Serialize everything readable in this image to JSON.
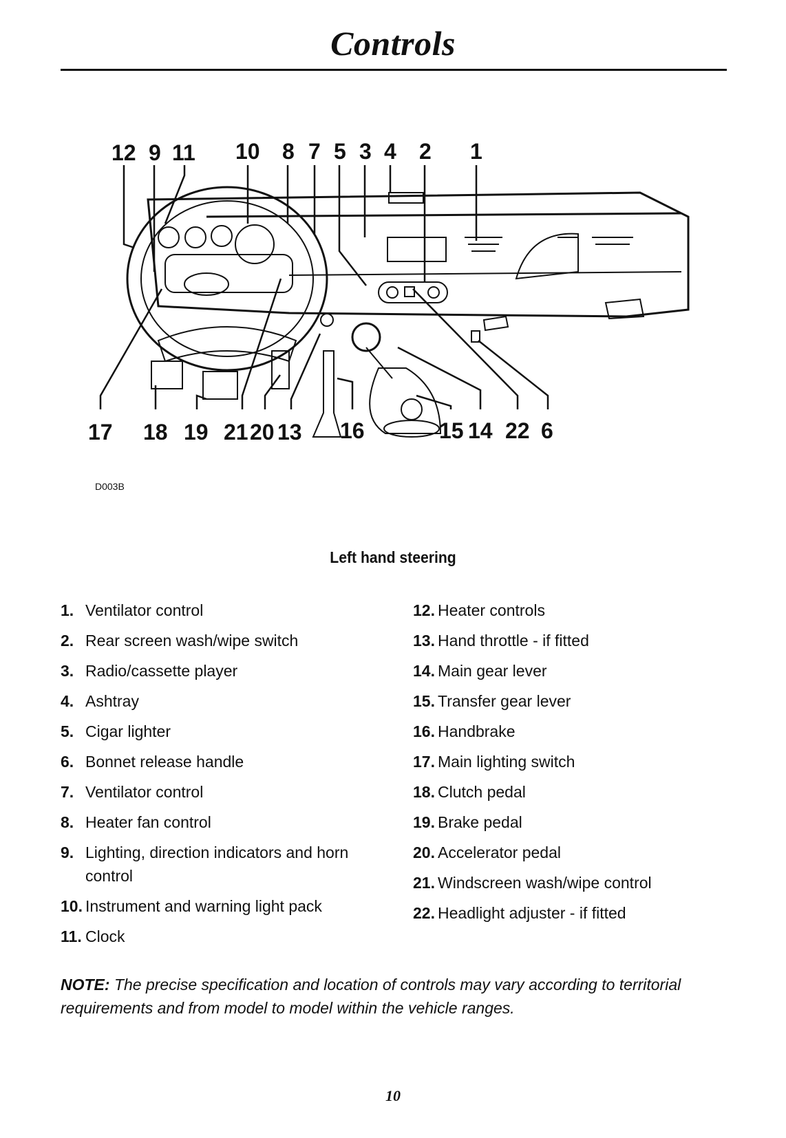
{
  "page": {
    "title": "Controls",
    "figure_ref": "D003B",
    "caption": "Left hand steering",
    "page_number": "10"
  },
  "callouts": {
    "top": [
      "12",
      "9",
      "11",
      "10",
      "8",
      "7",
      "5",
      "3",
      "4",
      "2",
      "1"
    ],
    "bottom": [
      "17",
      "18",
      "19",
      "21",
      "20",
      "13",
      "16",
      "15",
      "14",
      "22",
      "6"
    ]
  },
  "legend_left": [
    {
      "num": "1.",
      "text": "Ventilator control"
    },
    {
      "num": "2.",
      "text": "Rear screen wash/wipe switch"
    },
    {
      "num": "3.",
      "text": "Radio/cassette player"
    },
    {
      "num": "4.",
      "text": "Ashtray"
    },
    {
      "num": "5.",
      "text": "Cigar lighter"
    },
    {
      "num": "6.",
      "text": "Bonnet release handle"
    },
    {
      "num": "7.",
      "text": "Ventilator control"
    },
    {
      "num": "8.",
      "text": "Heater fan control"
    },
    {
      "num": "9.",
      "text": "Lighting, direction indicators and horn control"
    },
    {
      "num": "10.",
      "text": "Instrument and warning light pack"
    },
    {
      "num": "11.",
      "text": "Clock"
    }
  ],
  "legend_right": [
    {
      "num": "12.",
      "text": "Heater controls"
    },
    {
      "num": "13.",
      "text": "Hand throttle - if fitted"
    },
    {
      "num": "14.",
      "text": "Main gear lever"
    },
    {
      "num": "15.",
      "text": "Transfer gear lever"
    },
    {
      "num": "16.",
      "text": "Handbrake"
    },
    {
      "num": "17.",
      "text": "Main lighting switch"
    },
    {
      "num": "18.",
      "text": "Clutch pedal"
    },
    {
      "num": "19.",
      "text": "Brake pedal"
    },
    {
      "num": "20.",
      "text": "Accelerator pedal"
    },
    {
      "num": "21.",
      "text": "Windscreen wash/wipe control"
    },
    {
      "num": "22.",
      "text": "Headlight adjuster - if fitted"
    }
  ],
  "note": {
    "label": "NOTE:",
    "text": "The precise specification and location of controls may vary according to territorial requirements and from model to model within the vehicle ranges."
  }
}
